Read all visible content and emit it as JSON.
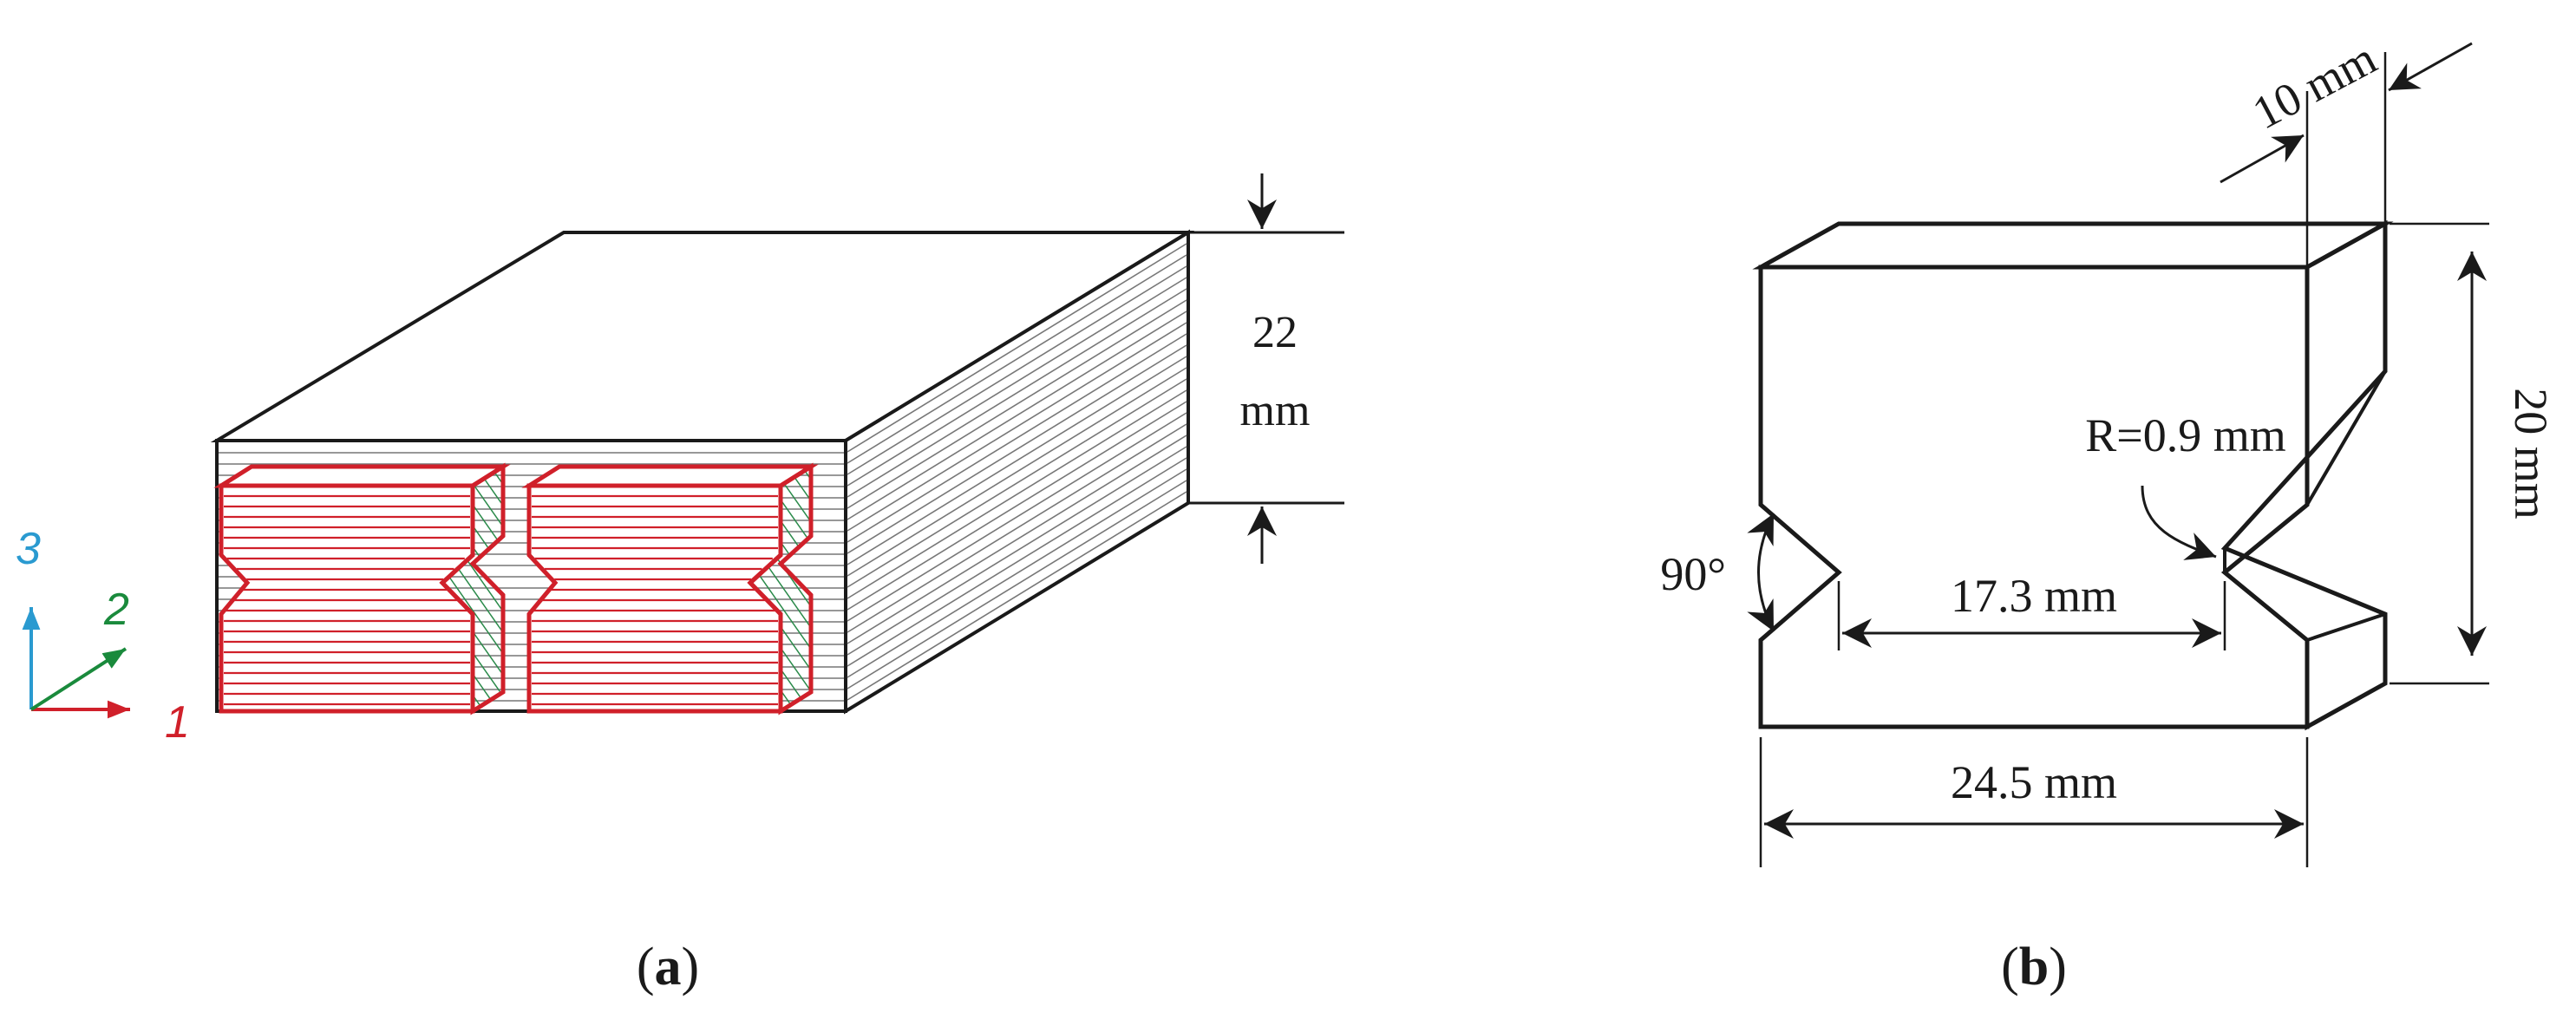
{
  "panel_a": {
    "caption_letter": "a",
    "height_value": "22",
    "height_unit": "mm",
    "axis_labels": {
      "dir1": "1",
      "dir2": "2",
      "dir3": "3"
    },
    "colors": {
      "axis1": "#d0202a",
      "axis2": "#1a8a3c",
      "axis3": "#2a9ad0",
      "specimen": "#d0202a",
      "notch_hatch": "#2a8a4a",
      "layers": "#777777"
    }
  },
  "panel_b": {
    "caption_letter": "b",
    "thickness_label": "10 mm",
    "height_label": "20 mm",
    "radius_label": "R=0.9 mm",
    "angle_label": "90°",
    "ligament_label": "17.3 mm",
    "length_label": "24.5 mm"
  }
}
